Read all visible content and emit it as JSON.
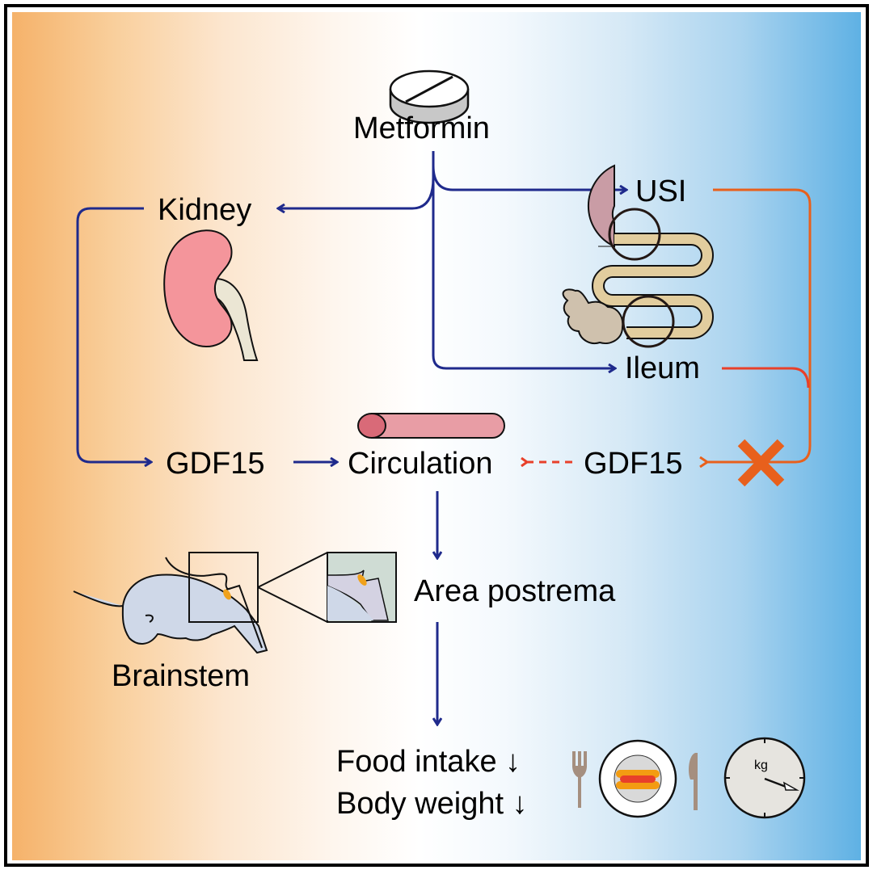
{
  "title": "Metformin GDF15 pathway graphical abstract",
  "nodes": {
    "drug": "Metformin",
    "kidney": "Kidney",
    "usi": "USI",
    "ileum": "Ileum",
    "gdf15_kidney": "GDF15",
    "circulation": "Circulation",
    "gdf15_gut": "GDF15",
    "area_postrema": "Area postrema",
    "brainstem": "Brainstem",
    "outcome_food": "Food intake ↓",
    "outcome_weight": "Body weight ↓",
    "scale_unit": "kg"
  },
  "edges": [
    {
      "from": "Metformin",
      "to": "Kidney",
      "style": "solid",
      "color": "#1f2a8c"
    },
    {
      "from": "Metformin",
      "to": "USI",
      "style": "solid",
      "color": "#1f2a8c"
    },
    {
      "from": "Metformin",
      "to": "Ileum",
      "style": "solid",
      "color": "#1f2a8c"
    },
    {
      "from": "Kidney",
      "to": "GDF15 (kidney)",
      "style": "solid",
      "color": "#1f2a8c"
    },
    {
      "from": "GDF15 (kidney)",
      "to": "Circulation",
      "style": "solid",
      "color": "#1f2a8c"
    },
    {
      "from": "USI",
      "to": "GDF15 (gut)",
      "style": "solid-blocked",
      "color": "#e8601c"
    },
    {
      "from": "Ileum",
      "to": "GDF15 (gut)",
      "style": "solid-blocked",
      "color": "#e8402a"
    },
    {
      "from": "GDF15 (gut)",
      "to": "Circulation",
      "style": "dashed",
      "color": "#e8402a"
    },
    {
      "from": "Circulation",
      "to": "Area postrema",
      "style": "solid",
      "color": "#1f2a8c"
    },
    {
      "from": "Area postrema",
      "to": "Food intake / Body weight",
      "style": "solid",
      "color": "#1f2a8c"
    }
  ],
  "colors": {
    "arrow_blue": "#1f2a8c",
    "arrow_orange": "#e8601c",
    "arrow_red": "#e8402a",
    "block_x": "#e8601c",
    "gradient_left": "#f5b26a",
    "gradient_right": "#5fb1e4"
  },
  "icons": [
    "pill-icon",
    "kidney-icon",
    "intestine-icon",
    "blood-vessel-icon",
    "brain-icon",
    "plate-icon",
    "fork-icon",
    "knife-icon",
    "scale-icon",
    "block-x-icon"
  ]
}
